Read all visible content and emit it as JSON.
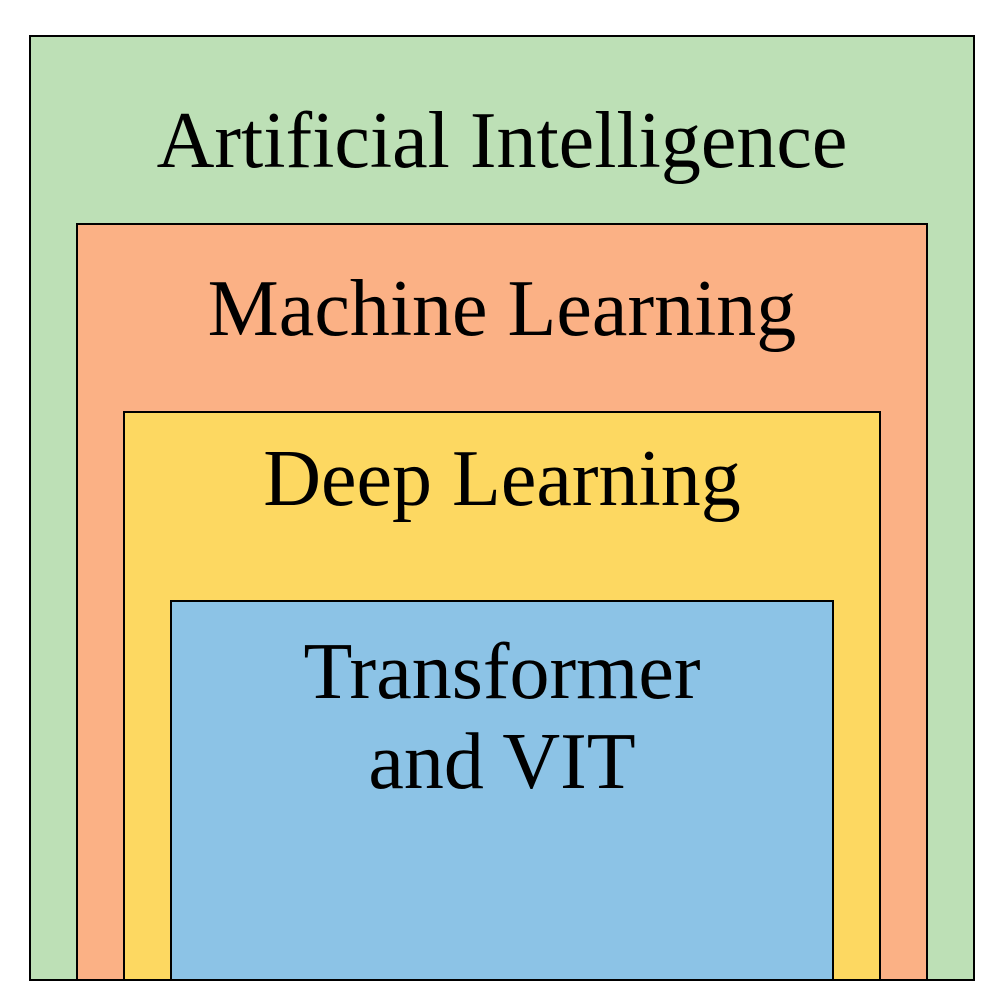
{
  "diagram": {
    "layers": [
      {
        "id": "ai",
        "label": "Artificial Intelligence",
        "color": "#bde0b6"
      },
      {
        "id": "ml",
        "label": "Machine Learning",
        "color": "#fbb185"
      },
      {
        "id": "dl",
        "label": "Deep Learning",
        "color": "#fdd861"
      },
      {
        "id": "tf",
        "label_lines": [
          "Transformer",
          "and VIT"
        ],
        "color": "#8cc3e6"
      }
    ]
  }
}
